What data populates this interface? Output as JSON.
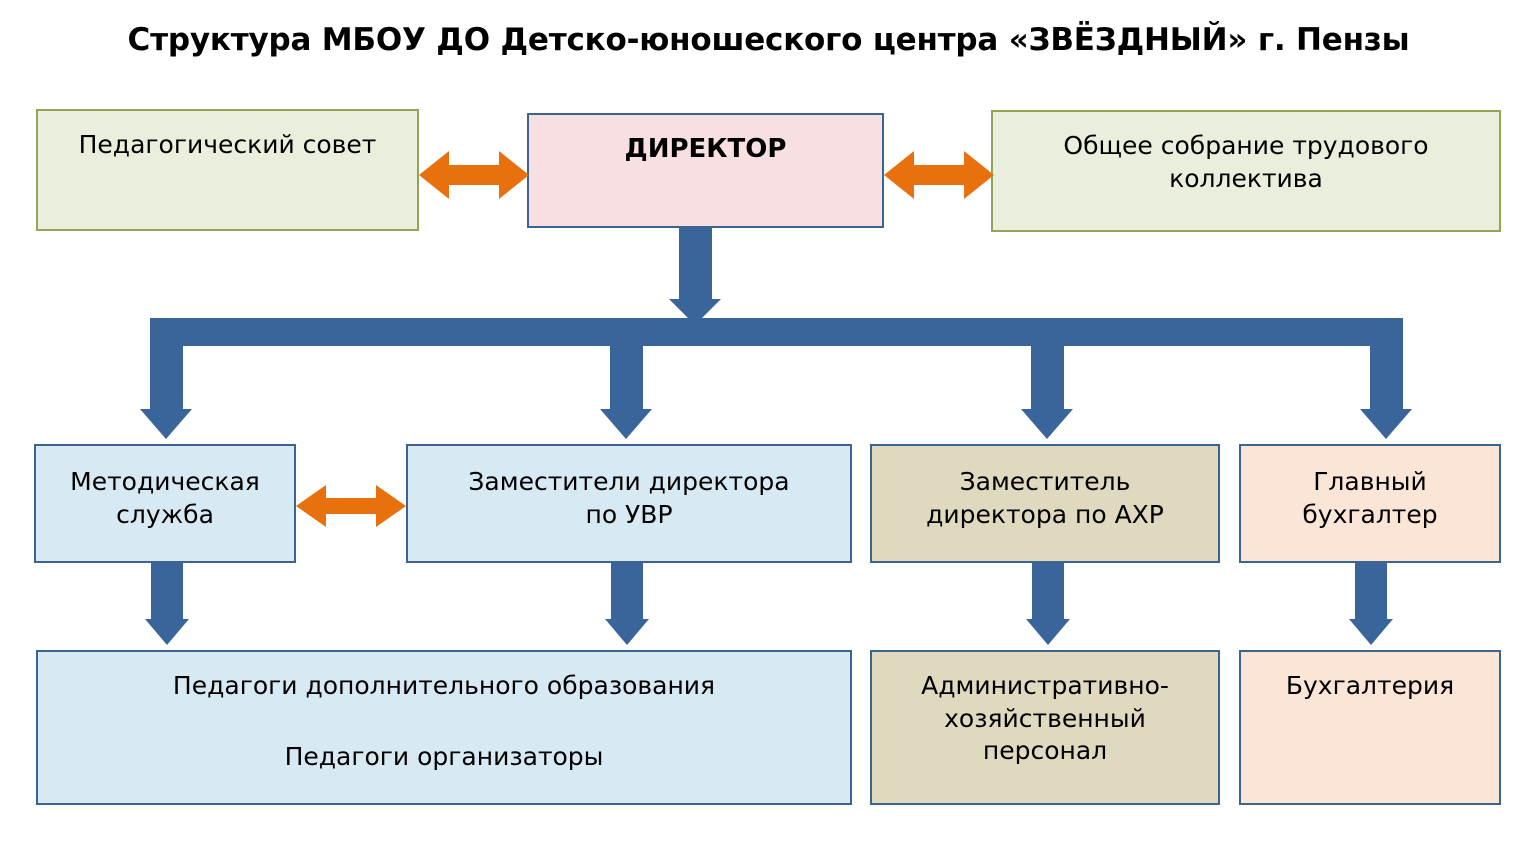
{
  "title": "Структура МБОУ ДО Детско-юношеского центра «ЗВЁЗДНЫЙ» г. Пензы",
  "colors": {
    "green_fill": "#EAEFDD",
    "green_border": "#94A356",
    "pink_fill": "#F7DFE2",
    "blue_fill": "#D7E9F2",
    "tan_fill": "#DFD9C0",
    "peach_fill": "#FAE5D6",
    "node_border": "#3C648E",
    "connector_blue": "#3A659A",
    "double_arrow_orange": "#E8700D"
  },
  "nodes": {
    "pedagogical_council": {
      "line1": "Педагогический совет"
    },
    "director": {
      "line1": "ДИРЕКТОР"
    },
    "general_assembly": {
      "line1": "Общее собрание трудового",
      "line2": "коллектива"
    },
    "methodical_service": {
      "line1": "Методическая",
      "line2": "служба"
    },
    "deputy_directors_uvr": {
      "line1": "Заместители директора",
      "line2": "по УВР"
    },
    "deputy_director_ahr": {
      "line1": "Заместитель",
      "line2": "директора по АХР"
    },
    "chief_accountant": {
      "line1": "Главный",
      "line2": "бухгалтер"
    },
    "teachers": {
      "line1": "Педагоги дополнительного образования",
      "line2": "Педагоги организаторы"
    },
    "admin_economic_staff": {
      "line1": "Административно-",
      "line2": "хозяйственный",
      "line3": "персонал"
    },
    "accounting_dept": {
      "line1": "Бухгалтерия"
    }
  },
  "connectors": {
    "director_to_bus": "down-arrow",
    "bus_branch_1": "down-arrow-to-methodical-service",
    "bus_branch_2": "down-arrow-to-deputy-directors-uvr",
    "bus_branch_3": "down-arrow-to-deputy-director-ahr",
    "bus_branch_4": "down-arrow-to-chief-accountant",
    "methodical_to_teachers": "down-arrow",
    "uvr_to_teachers": "down-arrow",
    "ahr_to_staff": "down-arrow",
    "accountant_to_accounting": "down-arrow",
    "council_director_link": "double-arrow-horizontal",
    "director_assembly_link": "double-arrow-horizontal",
    "methodical_uvr_link": "double-arrow-horizontal"
  }
}
